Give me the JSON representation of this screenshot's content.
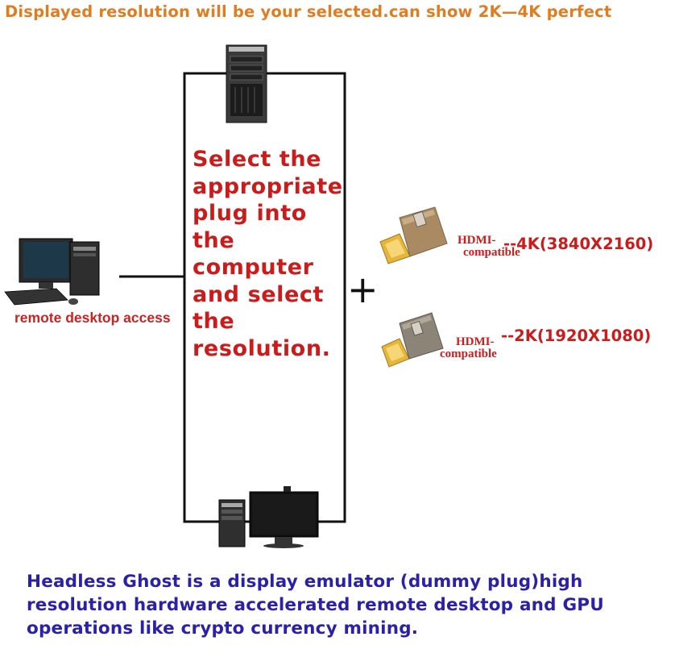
{
  "banner": "Displayed resolution will be your selected.can show 2K—4K perfect",
  "center_lines": [
    "Select the",
    "appropriate",
    "plug into",
    "the",
    "computer",
    "and select",
    "the",
    "resolution."
  ],
  "remote_label": "remote desktop access",
  "plugs": [
    {
      "hdmi": "HDMI-",
      "compat": "compatible",
      "resolution": "--4K(3840X2160)"
    },
    {
      "hdmi": "HDMI-",
      "compat": "compatible",
      "resolution": "--2K(1920X1080)"
    }
  ],
  "plus_symbol": "+",
  "bottom_lines": [
    "Headless Ghost is a display emulator (dummy plug)high",
    "resolution hardware accelerated remote desktop and GPU",
    "operations like crypto currency mining."
  ],
  "colors": {
    "banner": "#e07d20",
    "center": "#cc1b1b",
    "remote": "#cc2222",
    "bottom": "#2a21a8",
    "plug_shell": "#a98a63",
    "hdmi_gold": "#e7b53a"
  },
  "icons": [
    "tower-pc-icon",
    "desktop-computer-icon",
    "pc-and-monitor-icon",
    "hdmi-dummy-plug-icon"
  ]
}
